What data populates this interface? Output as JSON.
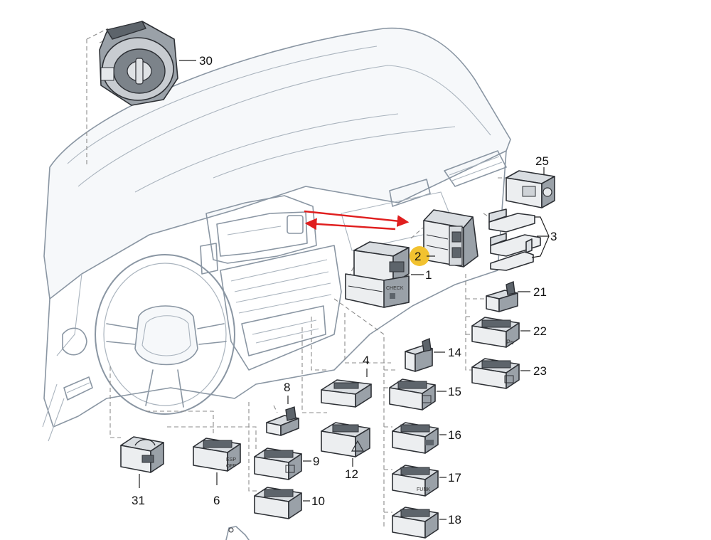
{
  "callouts": {
    "c30": "30",
    "c25": "25",
    "c3": "3",
    "c2": "2",
    "c1": "1",
    "c21": "21",
    "c22": "22",
    "c23": "23",
    "c14": "14",
    "c15": "15",
    "c16": "16",
    "c17": "17",
    "c18": "18",
    "c4": "4",
    "c8": "8",
    "c9": "9",
    "c10": "10",
    "c12": "12",
    "c6": "6",
    "c31": "31"
  },
  "switch_text": {
    "check": "CHECK",
    "pc": "Pc",
    "funk": "FUNK",
    "esp": "ESP",
    "off": "OFF"
  },
  "colors": {
    "highlight": "#f2c230",
    "arrow": "#e01e1e",
    "line_art": "#8a96a3"
  }
}
